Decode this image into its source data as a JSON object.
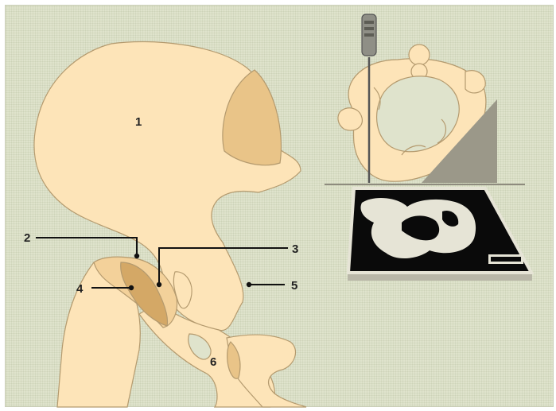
{
  "labels": {
    "l1": "1",
    "l2": "2",
    "l3": "3",
    "l4": "4",
    "l5": "5",
    "l6": "6"
  },
  "colors": {
    "bone": "#fde4b8",
    "bone_outline": "#b49a6e",
    "shaded": "#e9c488",
    "dark_shaded": "#d4a866",
    "scanner_bg": "#0a0a0a",
    "scanner_plate": "#e6e4d6",
    "slice_plane": "#9b9889"
  },
  "icons": {
    "probe": "probe-icon",
    "scan_view": "ultrasound-scan-icon"
  }
}
